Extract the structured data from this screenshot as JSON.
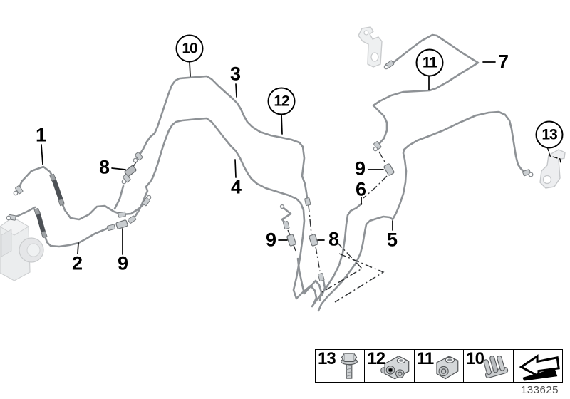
{
  "figure": {
    "drawing_number": "133625"
  },
  "colors": {
    "pipe": "#8e9296",
    "hose": "#4d5156",
    "hardware_fill": "#d7dadc",
    "callout": "#000000"
  },
  "callouts": {
    "c1": {
      "text": "1",
      "circled": false
    },
    "c8a": {
      "text": "8",
      "circled": false
    },
    "c2": {
      "text": "2",
      "circled": false
    },
    "c9a": {
      "text": "9",
      "circled": false
    },
    "c3": {
      "text": "3",
      "circled": false
    },
    "c4": {
      "text": "4",
      "circled": false
    },
    "c9b": {
      "text": "9",
      "circled": false
    },
    "c8b": {
      "text": "8",
      "circled": false
    },
    "c6": {
      "text": "6",
      "circled": false
    },
    "c9c": {
      "text": "9",
      "circled": false
    },
    "c5": {
      "text": "5",
      "circled": false
    },
    "c7": {
      "text": "7",
      "circled": false
    },
    "circ10": {
      "text": "10",
      "circled": true
    },
    "circ12": {
      "text": "12",
      "circled": true
    },
    "circ11": {
      "text": "11",
      "circled": true
    },
    "circ13": {
      "text": "13",
      "circled": true
    }
  },
  "legend": {
    "cells": [
      {
        "number": "13",
        "icon": "bolt-icon"
      },
      {
        "number": "12",
        "icon": "double-pipe-clamp-icon"
      },
      {
        "number": "11",
        "icon": "pipe-clamp-icon"
      },
      {
        "number": "10",
        "icon": "multi-groove-clip-icon"
      },
      {
        "number": "",
        "icon": "direction-arrow-icon"
      }
    ]
  }
}
